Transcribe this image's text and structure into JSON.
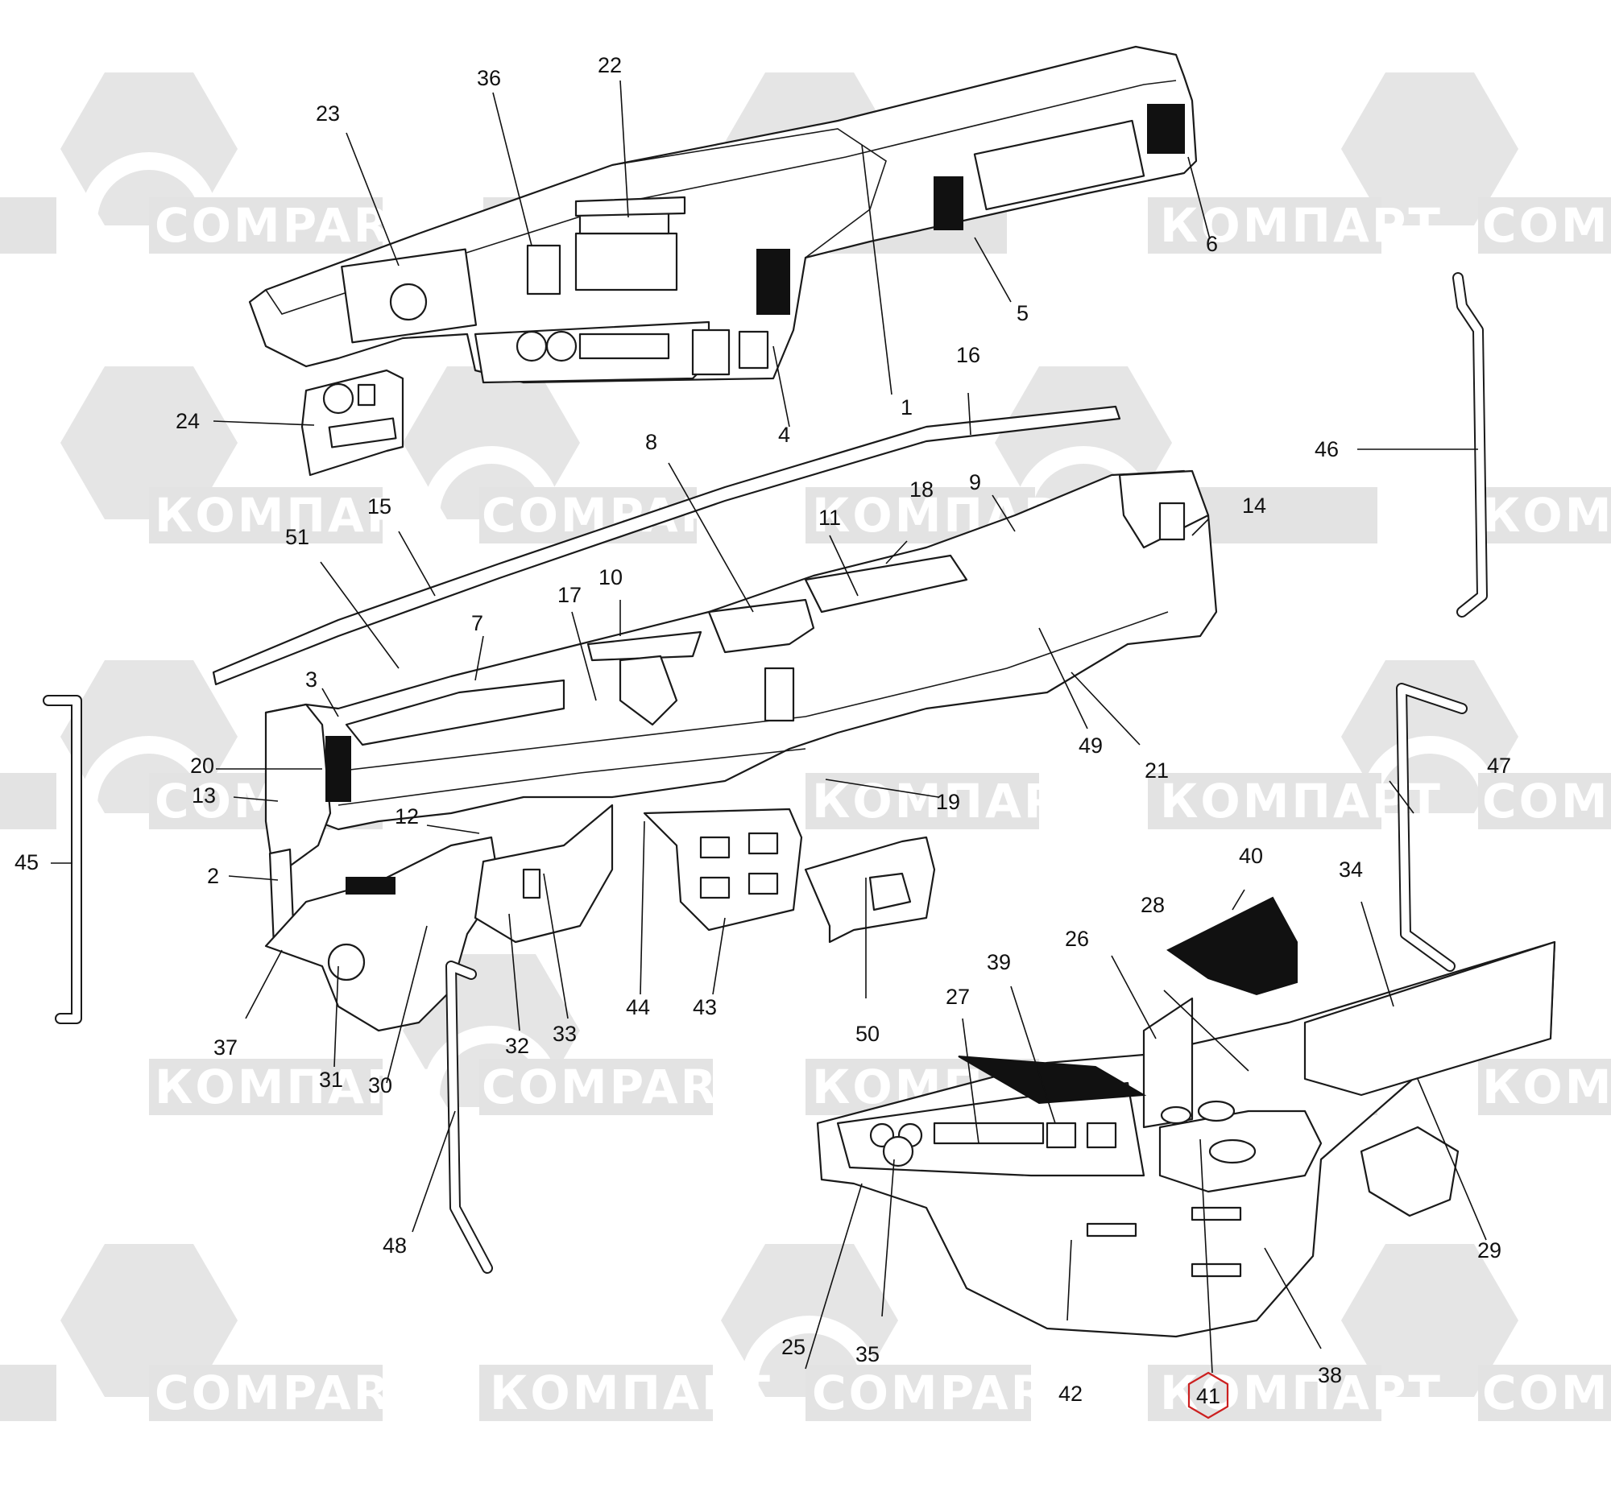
{
  "watermark": {
    "text_latin": "COMPART",
    "text_cyrillic": "КОМПАРТ",
    "color": "#e3e3e3"
  },
  "diagram": {
    "highlighted_callout": "41",
    "highlight_color": "#cc1f1f",
    "callouts": [
      {
        "label": "1"
      },
      {
        "label": "2"
      },
      {
        "label": "3"
      },
      {
        "label": "4"
      },
      {
        "label": "5"
      },
      {
        "label": "6"
      },
      {
        "label": "7"
      },
      {
        "label": "8"
      },
      {
        "label": "9"
      },
      {
        "label": "10"
      },
      {
        "label": "11"
      },
      {
        "label": "12"
      },
      {
        "label": "13"
      },
      {
        "label": "14"
      },
      {
        "label": "15"
      },
      {
        "label": "16"
      },
      {
        "label": "17"
      },
      {
        "label": "18"
      },
      {
        "label": "19"
      },
      {
        "label": "20"
      },
      {
        "label": "21"
      },
      {
        "label": "22"
      },
      {
        "label": "23"
      },
      {
        "label": "24"
      },
      {
        "label": "25"
      },
      {
        "label": "26"
      },
      {
        "label": "27"
      },
      {
        "label": "28"
      },
      {
        "label": "29"
      },
      {
        "label": "30"
      },
      {
        "label": "31"
      },
      {
        "label": "32"
      },
      {
        "label": "33"
      },
      {
        "label": "34"
      },
      {
        "label": "35"
      },
      {
        "label": "36"
      },
      {
        "label": "37"
      },
      {
        "label": "38"
      },
      {
        "label": "39"
      },
      {
        "label": "40"
      },
      {
        "label": "41"
      },
      {
        "label": "42"
      },
      {
        "label": "43"
      },
      {
        "label": "44"
      },
      {
        "label": "45"
      },
      {
        "label": "46"
      },
      {
        "label": "47"
      },
      {
        "label": "48"
      },
      {
        "label": "49"
      },
      {
        "label": "50"
      },
      {
        "label": "51"
      }
    ]
  }
}
